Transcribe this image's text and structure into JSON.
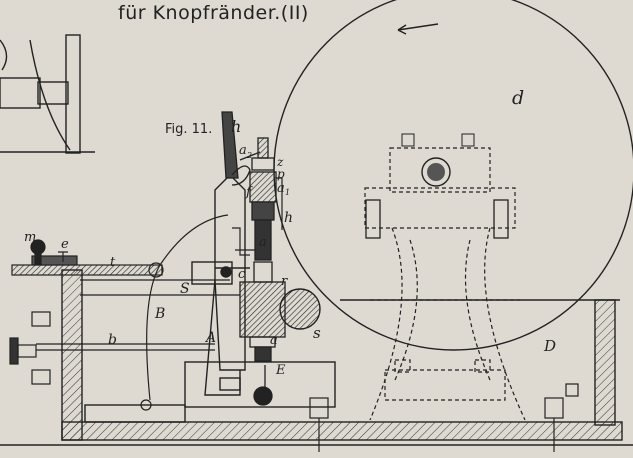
{
  "caption": {
    "title": "für Knopfränder.(II)",
    "figure": "Fig. 11."
  },
  "labels": {
    "d": "d",
    "D": "D",
    "h": "h",
    "h2": "h",
    "a2": "a",
    "a2_sub": "2",
    "z": "z",
    "p": "p",
    "a1": "a",
    "a1_sub": "1",
    "f": "f",
    "a_mid": "a",
    "m": "m",
    "e": "e",
    "t": "t",
    "c": "c",
    "r": "r",
    "S": "S",
    "s": "s",
    "B": "B",
    "A": "A",
    "b": "b",
    "a_low": "a",
    "E": "E"
  },
  "colors": {
    "paper": "#dedad2",
    "ink": "#222222"
  }
}
